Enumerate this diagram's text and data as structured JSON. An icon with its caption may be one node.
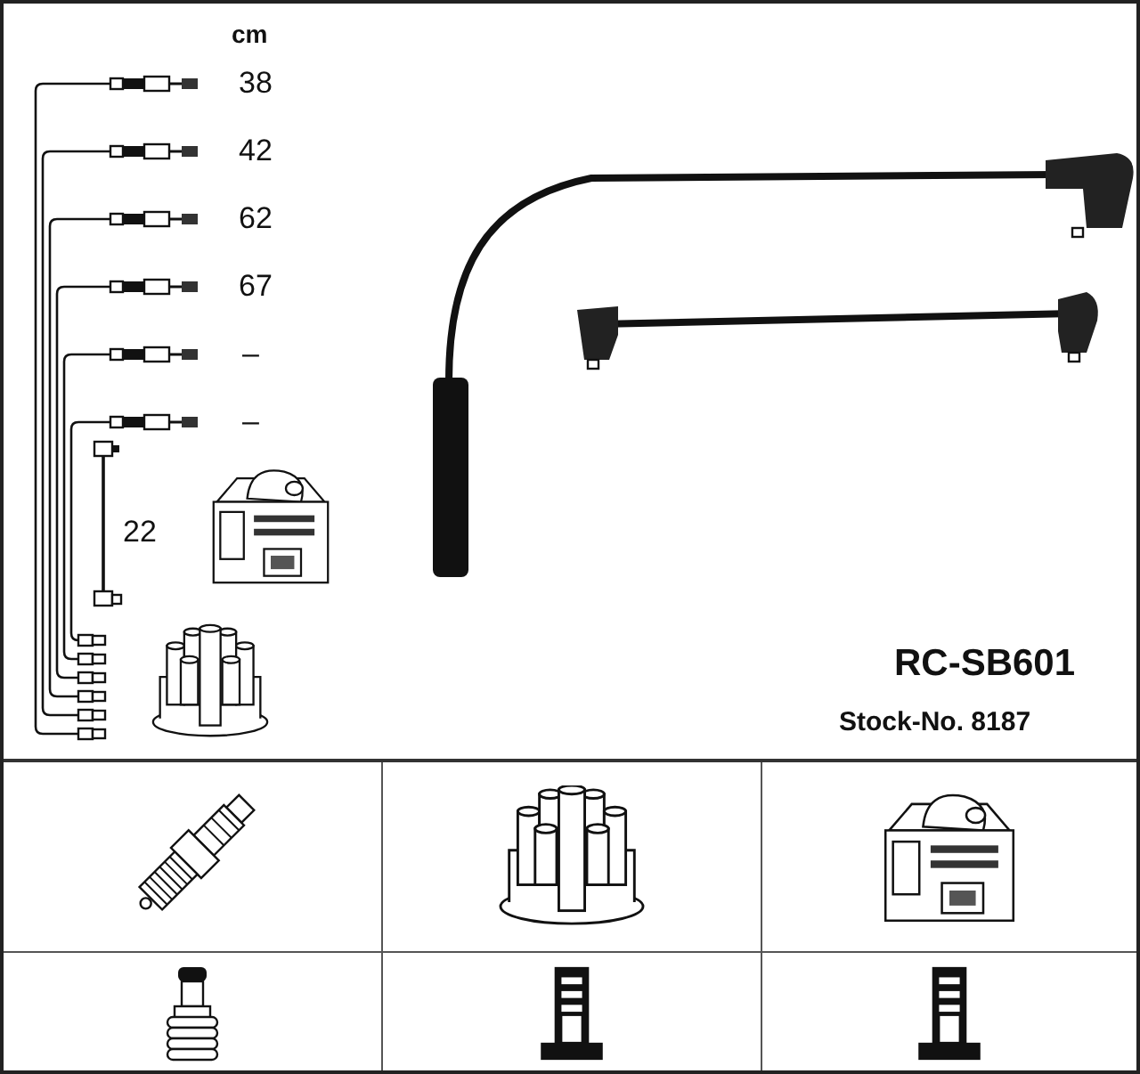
{
  "diagram": {
    "labels": [
      "cm",
      "38",
      "42",
      "62",
      "67",
      "–",
      "–",
      "22",
      "RC-SB601",
      "Stock-No. 8187"
    ]
  }
}
